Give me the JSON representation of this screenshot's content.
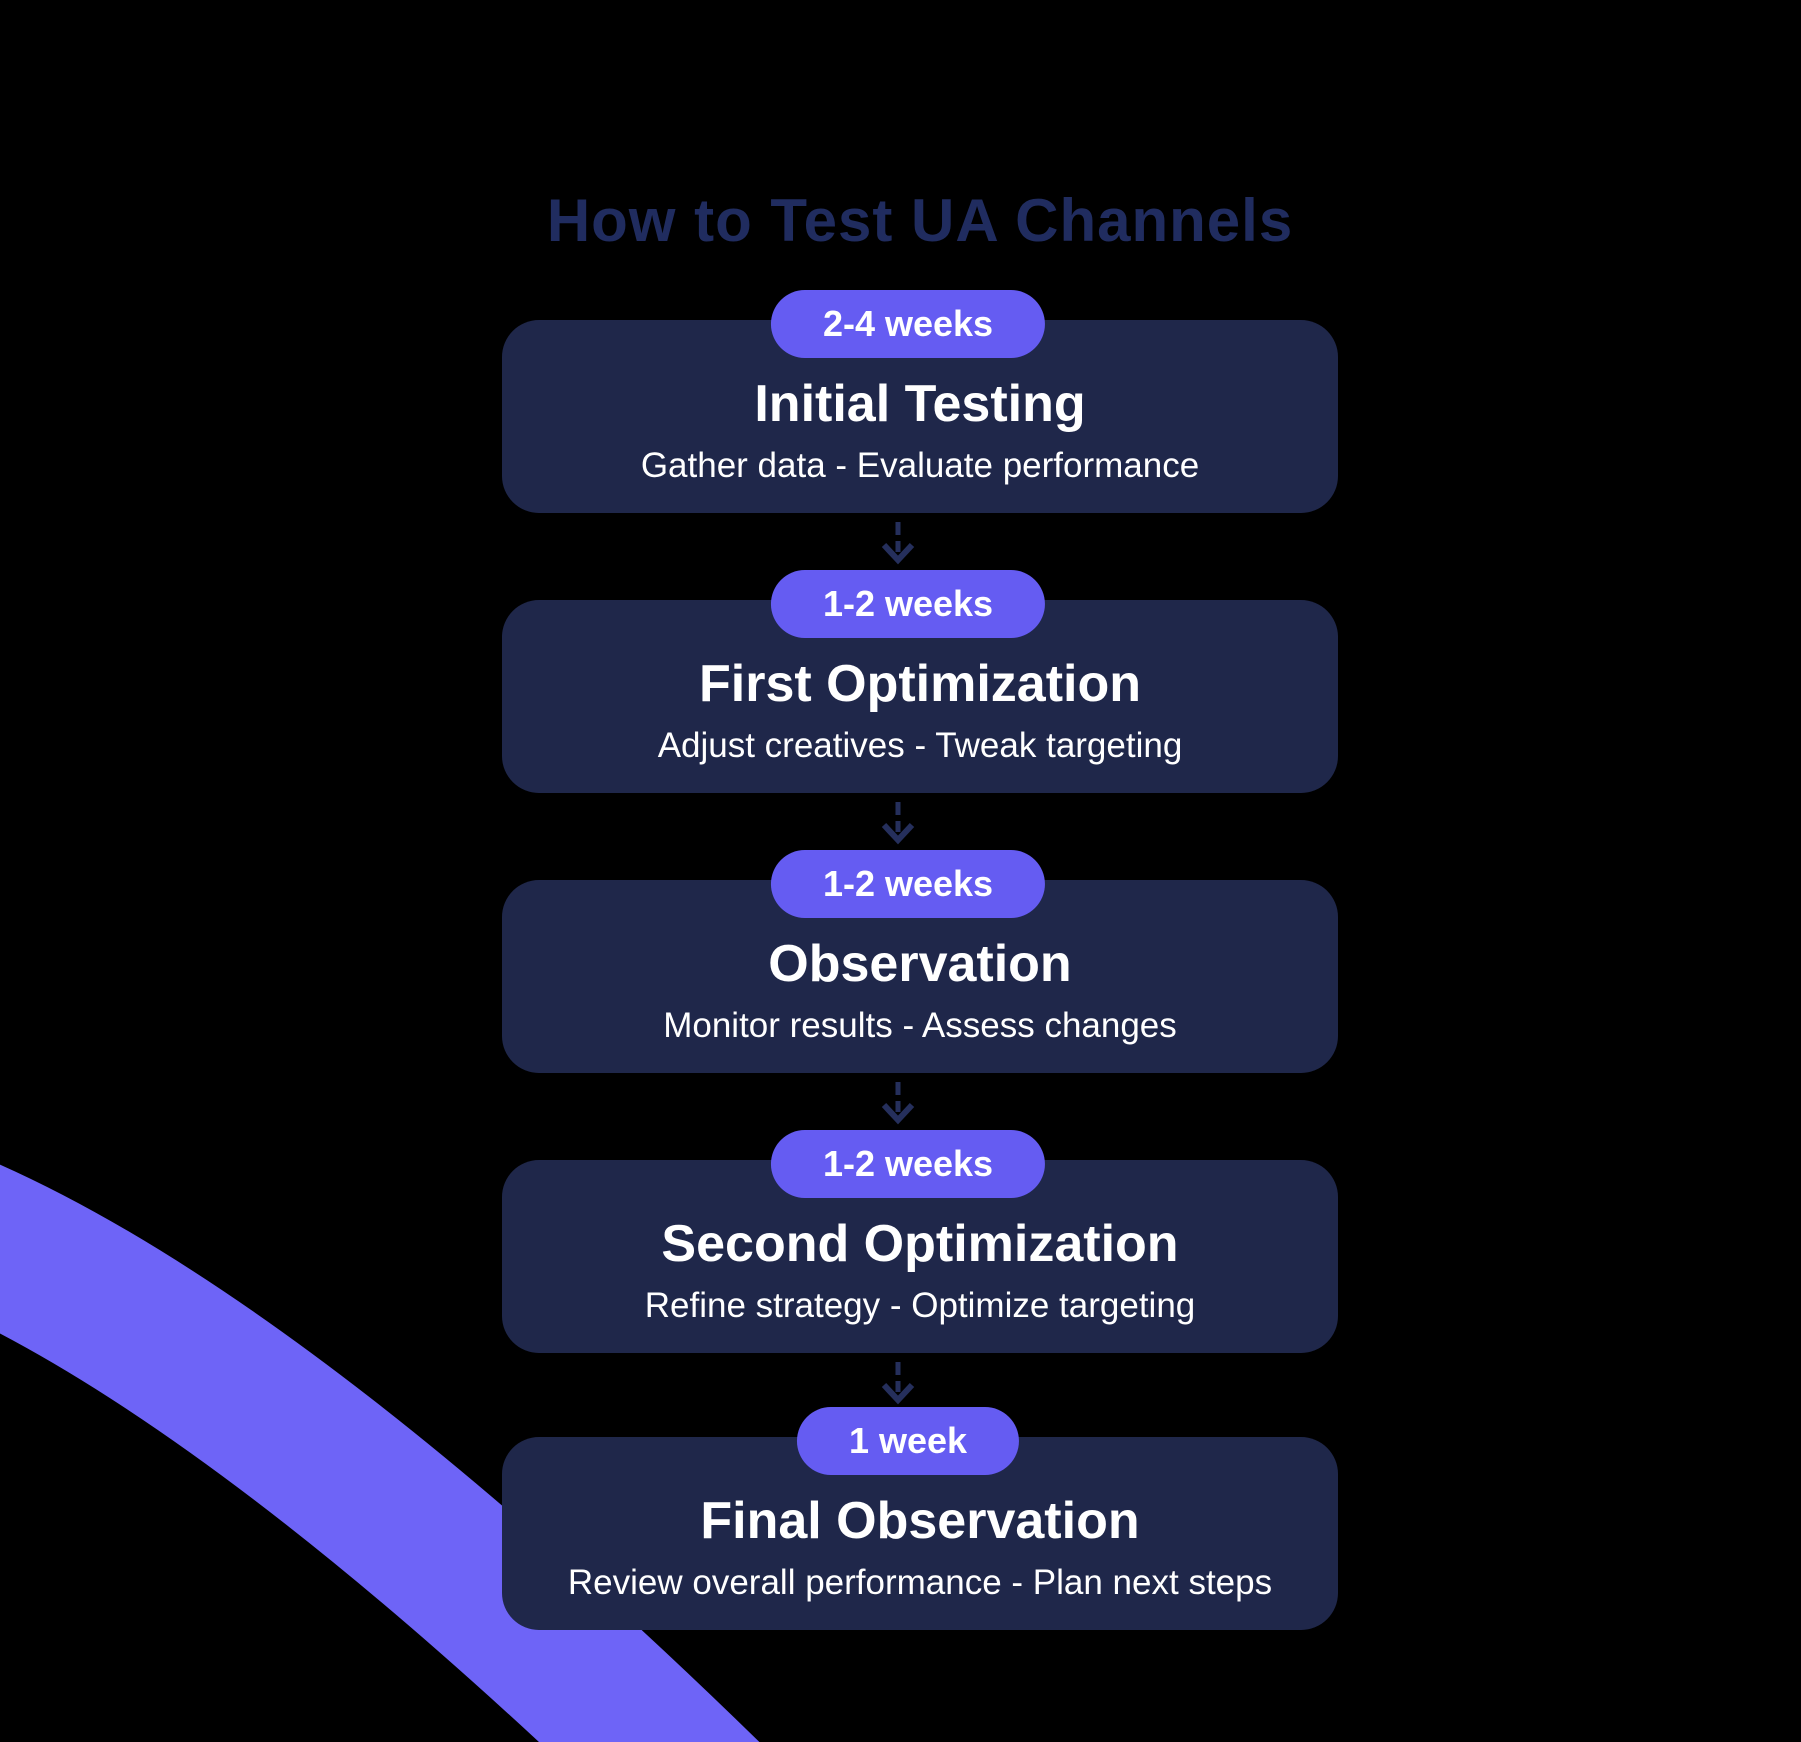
{
  "title": "How to Test UA Channels",
  "colors": {
    "background": "#000000",
    "card_navy": "#1F274A",
    "badge_purple": "#655CF2",
    "swoosh_purple": "#6E64F7",
    "title_navy": "#202C5F",
    "arrow_navy": "#252F5C",
    "text_white": "#FFFFFF"
  },
  "steps": [
    {
      "duration": "2-4 weeks",
      "title": "Initial Testing",
      "subtitle": "Gather data - Evaluate performance"
    },
    {
      "duration": "1-2 weeks",
      "title": "First Optimization",
      "subtitle": "Adjust creatives - Tweak targeting"
    },
    {
      "duration": "1-2 weeks",
      "title": "Observation",
      "subtitle": "Monitor results - Assess changes"
    },
    {
      "duration": "1-2 weeks",
      "title": "Second Optimization",
      "subtitle": "Refine strategy - Optimize targeting"
    },
    {
      "duration": "1 week",
      "title": "Final Observation",
      "subtitle": "Review overall performance - Plan next steps"
    }
  ]
}
